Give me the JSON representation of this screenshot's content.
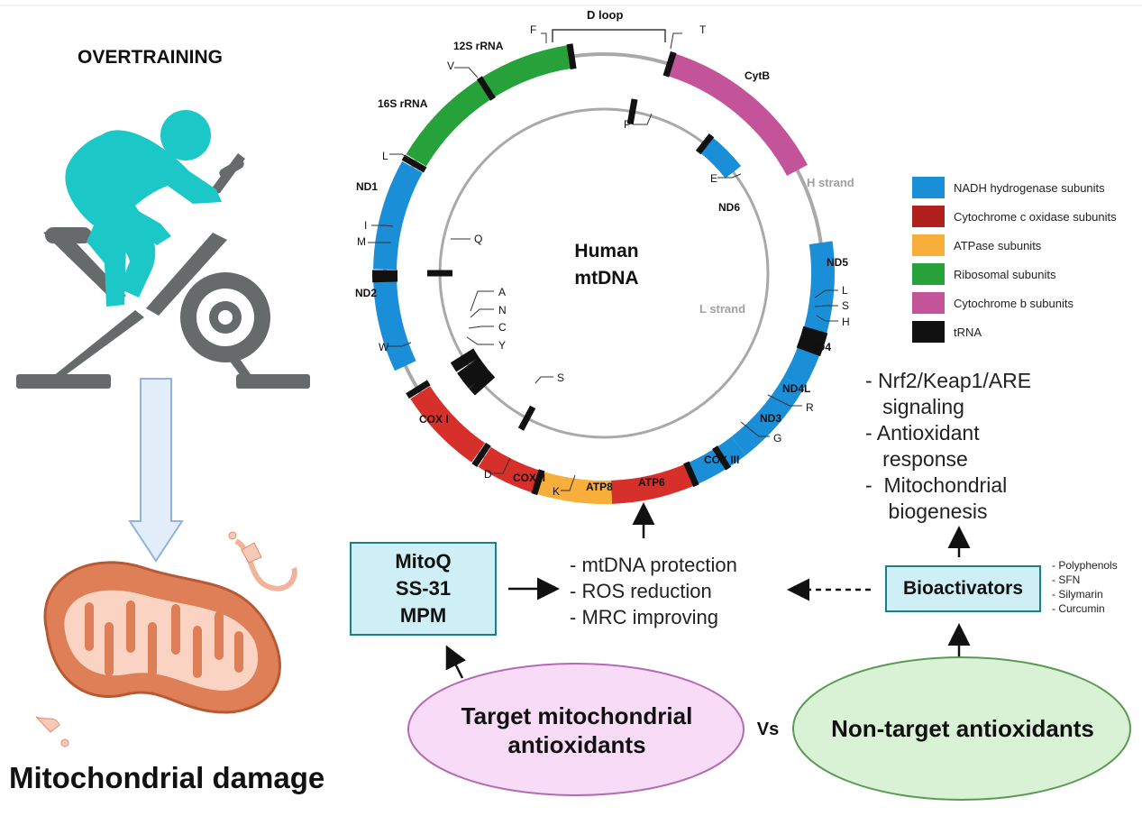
{
  "left": {
    "overtraining_label": "OVERTRAINING",
    "damage_label": "Mitochondrial damage"
  },
  "mtdna": {
    "center_title_line1": "Human",
    "center_title_line2": "mtDNA",
    "h_strand": "H strand",
    "l_strand": "L strand",
    "d_loop": "D loop",
    "genes": {
      "rrna12s": "12S rRNA",
      "rrna16s": "16S rRNA",
      "cytb": "CytB",
      "nd1": "ND1",
      "nd2": "ND2",
      "nd3": "ND3",
      "nd4": "ND4",
      "nd4l": "ND4L",
      "nd5": "ND5",
      "nd6": "ND6",
      "cox1": "COX I",
      "cox2": "COX II",
      "cox3": "COX III",
      "atp6": "ATP6",
      "atp8": "ATP8"
    },
    "trna": {
      "F": "F",
      "T": "T",
      "V": "V",
      "P": "P",
      "L1": "L",
      "E": "E",
      "I": "I",
      "M": "M",
      "Q": "Q",
      "A": "A",
      "N": "N",
      "C": "C",
      "Y": "Y",
      "W": "W",
      "S1": "S",
      "D": "D",
      "K": "K",
      "G": "G",
      "R": "R",
      "H": "H",
      "S2": "S",
      "L2": "L"
    }
  },
  "legend": [
    {
      "label": "NADH hydrogenase subunits",
      "color": "#1a8fd8"
    },
    {
      "label": "Cytochrome c oxidase subunits",
      "color": "#b0201c"
    },
    {
      "label": "ATPase subunits",
      "color": "#f7ae3a"
    },
    {
      "label": "Ribosomal subunits",
      "color": "#27a23a"
    },
    {
      "label": "Cytochrome b subunits",
      "color": "#c45499"
    },
    {
      "label": "tRNA",
      "color": "#111111"
    }
  ],
  "right": {
    "nrf_lines": [
      "- Nrf2/Keap1/ARE",
      "   signaling",
      "- Antioxidant",
      "   response",
      "-  Mitochondrial",
      "    biogenesis"
    ],
    "bioactivators": "Bioactivators",
    "bio_list": [
      "- Polyphenols",
      "- SFN",
      "- Silymarin",
      "- Curcumin"
    ]
  },
  "center": {
    "mito_drugs": [
      "MitoQ",
      "SS-31",
      "MPM"
    ],
    "effects": [
      "- mtDNA protection",
      "- ROS reduction",
      "- MRC improving"
    ]
  },
  "bottom": {
    "target_line1": "Target mitochondrial",
    "target_line2": "antioxidants",
    "vs": "Vs",
    "nontarget": "Non-target antioxidants"
  }
}
